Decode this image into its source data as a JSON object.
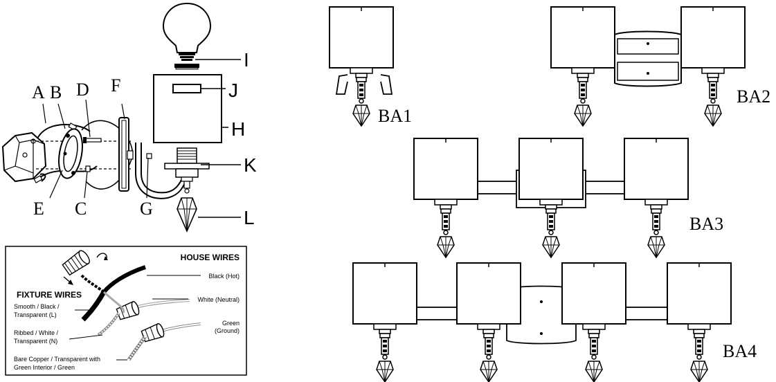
{
  "exploded_view": {
    "labels": {
      "A": "A",
      "B": "B",
      "C": "C",
      "D": "D",
      "E": "E",
      "F": "F",
      "G": "G",
      "H": "H",
      "I": "I",
      "J": "J",
      "K": "K",
      "L": "L"
    }
  },
  "wiring": {
    "house_wires_title": "HOUSE WIRES",
    "fixture_wires_title": "FIXTURE WIRES",
    "black_hot": "Black (Hot)",
    "white_neutral": "White (Neutral)",
    "green_l1": "Green",
    "green_l2": "(Ground)",
    "smooth_l1": "Smooth / Black /",
    "smooth_l2": "Transparent (L)",
    "ribbed_l1": "Ribbed / White /",
    "ribbed_l2": "Transparent (N)",
    "bare_l1": "Bare Copper / Transparent with",
    "bare_l2": "Green Interior / Green"
  },
  "models": {
    "ba1": "BA1",
    "ba2": "BA2",
    "ba3": "BA3",
    "ba4": "BA4"
  }
}
